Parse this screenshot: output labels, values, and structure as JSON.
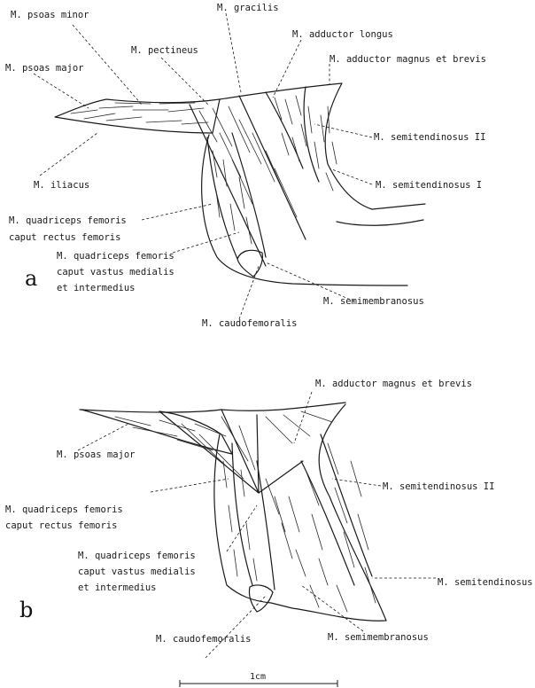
{
  "panel_a": {
    "letter": "a",
    "labels": {
      "psoas_minor": "M. psoas minor",
      "gracilis": "M. gracilis",
      "pectineus": "M. pectineus",
      "adductor_longus": "M. adductor longus",
      "psoas_major": "M. psoas major",
      "adductor_magnus_brevis": "M. adductor magnus et brevis",
      "semitendinosus_ii": "M. semitendinosus II",
      "iliacus": "M. iliacus",
      "semitendinosus_i": "M. semitendinosus I",
      "quad_rectus_1": "M. quadriceps femoris",
      "quad_rectus_2": "caput rectus femoris",
      "quad_vastus_1": "M. quadriceps femoris",
      "quad_vastus_2": "caput vastus medialis",
      "quad_vastus_3": "et intermedius",
      "semimembranosus": "M. semimembranosus",
      "caudofemoralis": "M. caudofemoralis"
    }
  },
  "panel_b": {
    "letter": "b",
    "labels": {
      "adductor_magnus_brevis": "M. adductor magnus et brevis",
      "psoas_major": "M. psoas major",
      "semitendinosus_ii": "M. semitendinosus II",
      "quad_rectus_1": "M. quadriceps femoris",
      "quad_rectus_2": "caput rectus femoris",
      "quad_vastus_1": "M. quadriceps femoris",
      "quad_vastus_2": "caput vastus medialis",
      "quad_vastus_3": "et intermedius",
      "semitendinosus_i": "M. semitendinosus I",
      "caudofemoralis": "M. caudofemoralis",
      "semimembranosus": "M. semimembranosus"
    }
  },
  "scale_bar": {
    "label": "1cm"
  }
}
